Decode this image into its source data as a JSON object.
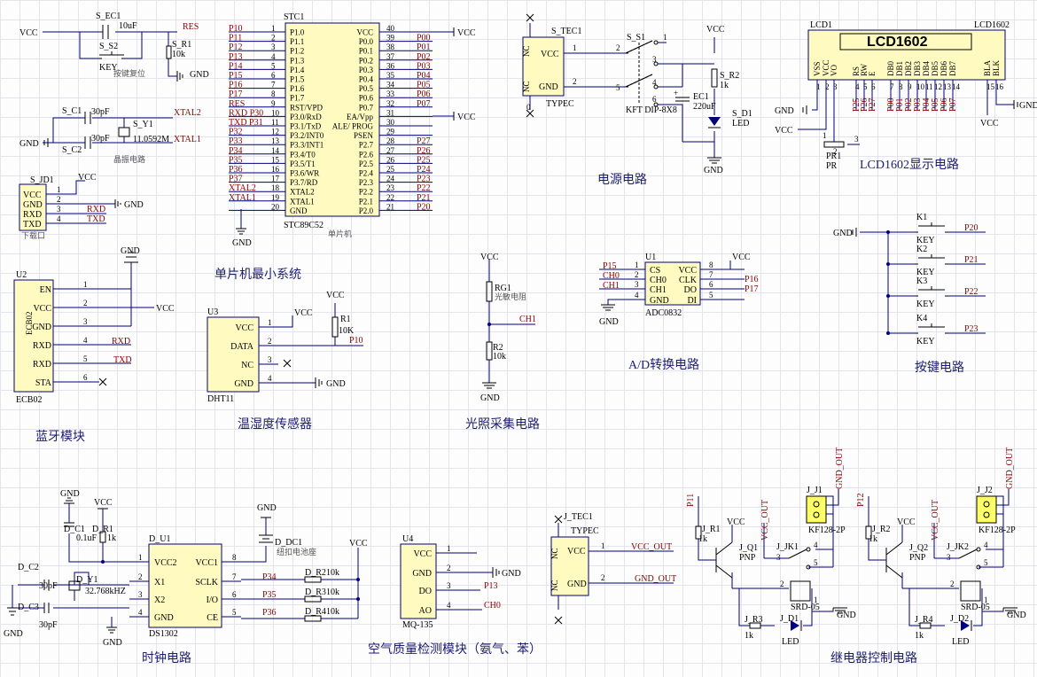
{
  "titles": {
    "mcu": "单片机最小系统",
    "power": "电源电路",
    "lcd": "LCD1602显示电路",
    "bt": "蓝牙模块",
    "dht": "温湿度传感器",
    "light": "光照采集电路",
    "adc": "A/D转换电路",
    "keys": "按键电路",
    "clock": "时钟电路",
    "air": "空气质量检测模块（氨气、苯）",
    "relay": "继电器控制电路"
  },
  "reset": {
    "vcc": "VCC",
    "ref": "S_EC1",
    "cap": "10uF",
    "res_net": "RES",
    "sw": "S_S2",
    "key": "KEY",
    "note": "按键复位",
    "r_ref": "S_R1",
    "r_val": "10k",
    "gnd": "GND"
  },
  "crystal": {
    "c1": "S_C1",
    "c1v": "30pF",
    "c2": "S_C2",
    "c2v": "30pF",
    "y": "S_Y1",
    "freq": "11.0592M",
    "x1": "XTAL2",
    "x2": "XTAL1",
    "note": "晶振电路",
    "gnd": "GND"
  },
  "download": {
    "ref": "S_JD1",
    "pins": [
      "VCC",
      "GND",
      "RXD",
      "TXD"
    ],
    "nums": [
      "1",
      "2",
      "3",
      "4"
    ],
    "vcc": "VCC",
    "gnd": "GND",
    "rxd": "RXD",
    "txd": "TXD",
    "label": "下载口"
  },
  "mcu": {
    "ref": "STC1",
    "part": "STC89C52",
    "sub": "单片机",
    "left_pins": [
      "P1.0",
      "P1.1",
      "P1.2",
      "P1.3",
      "P1.4",
      "P1.5",
      "P1.6",
      "P1.7",
      "RST/VPD",
      "P3.0/RxD",
      "P3.1/TxD",
      "P3.2/INT0",
      "P3.3/INT1",
      "P3.4/T0",
      "P3.5/T1",
      "P3.6/WR",
      "P3.7/RD",
      "XTAL2",
      "XTAL1",
      "GND"
    ],
    "left_nums": [
      "1",
      "2",
      "3",
      "4",
      "5",
      "6",
      "7",
      "8",
      "9",
      "10",
      "11",
      "12",
      "13",
      "14",
      "15",
      "16",
      "17",
      "18",
      "19",
      "20"
    ],
    "left_nets": [
      "P10",
      "P11",
      "P12",
      "P13",
      "P14",
      "P15",
      "P16",
      "P17",
      "RES",
      "RXD P30",
      "TXD P31",
      "P32",
      "P33",
      "P34",
      "P35",
      "P36",
      "P37",
      "XTAL2",
      "XTAL1",
      ""
    ],
    "right_pins": [
      "VCC",
      "P0.0",
      "P0.1",
      "P0.2",
      "P0.3",
      "P0.4",
      "P0.5",
      "P0.6",
      "P0.7",
      "EA/Vpp",
      "ALE/ PROG",
      "PSEN",
      "P2.7",
      "P2.6",
      "P2.5",
      "P2.4",
      "P2.3",
      "P2.2",
      "P2.1",
      "P2.0"
    ],
    "right_nums": [
      "40",
      "39",
      "38",
      "37",
      "36",
      "35",
      "34",
      "33",
      "32",
      "31",
      "30",
      "29",
      "28",
      "27",
      "26",
      "25",
      "24",
      "23",
      "22",
      "21"
    ],
    "right_nets": [
      "",
      "P00",
      "P01",
      "P02",
      "P03",
      "P04",
      "P05",
      "P06",
      "P07",
      "",
      "",
      "",
      "P27",
      "P26",
      "P25",
      "P24",
      "P23",
      "P22",
      "P21",
      "P20"
    ],
    "vcc": "VCC",
    "gnd": "GND"
  },
  "power": {
    "tec": "S_TEC1",
    "type": "TYPEC",
    "nc": "NC",
    "vcc": "VCC",
    "gnd": "GND",
    "p1": "1",
    "p2": "2",
    "p0": "0",
    "sw": "S_S1",
    "swtype": "KFT DIP-8X8",
    "ec": "EC1",
    "ecv": "220uF",
    "r": "S_R2",
    "rv": "1k",
    "d": "S_D1",
    "led": "LED",
    "vcc_net": "VCC",
    "gnd_net": "GND",
    "n2": "2",
    "n3": "3",
    "n4": "4",
    "n5": "5",
    "n6": "6",
    "n1": "1",
    "plus": "+"
  },
  "lcd": {
    "ref": "LCD1",
    "part": "LCD1602",
    "title": "LCD1602",
    "pins": [
      "VSS",
      "VCC",
      "VO",
      "RS",
      "RW",
      "E",
      "DB0",
      "DB1",
      "DB2",
      "DB3",
      "DB4",
      "DB5",
      "DB6",
      "DB7",
      "BLA",
      "BLK"
    ],
    "nums": [
      "1",
      "2",
      "3",
      "4",
      "5",
      "6",
      "7",
      "8",
      "9",
      "10",
      "11",
      "12",
      "13",
      "14",
      "15",
      "16"
    ],
    "nets": [
      "",
      "",
      "",
      "P25",
      "P26",
      "P27",
      "P00",
      "P01",
      "P02",
      "P03",
      "P04",
      "P05",
      "P06",
      "P07",
      "",
      ""
    ],
    "gnd": "GND",
    "vcc": "VCC",
    "pr": "PR1",
    "prl": "PR",
    "vcc2": "VCC",
    "gnd2": "GND",
    "n3": "3",
    "n1": "1",
    "n2": "2"
  },
  "bt": {
    "ref": "U2",
    "part": "ECB02",
    "pins": [
      "EN",
      "VCC",
      "GND",
      "RXD",
      "RXD",
      "STA"
    ],
    "nums": [
      "1",
      "2",
      "3",
      "4",
      "5",
      "6"
    ],
    "side": "ECB02",
    "gnd": "GND",
    "vcc": "VCC",
    "rxd": "RXD",
    "txd": "TXD"
  },
  "dht": {
    "ref": "U3",
    "part": "DHT11",
    "pins": [
      "VCC",
      "DATA",
      "NC",
      "GND"
    ],
    "nums": [
      "1",
      "2",
      "3",
      "4"
    ],
    "vcc": "VCC",
    "vcc2": "VCC",
    "r": "R1",
    "rv": "10K",
    "net": "P10",
    "gnd": "GND"
  },
  "light": {
    "vcc": "VCC",
    "rg": "RG1",
    "rgl": "光敏电阻",
    "net": "CH1",
    "r": "R2",
    "rv": "10k",
    "gnd": "GND"
  },
  "adc": {
    "ref": "U1",
    "part": "ADC0832",
    "lpins": [
      "CS",
      "CH0",
      "CH1",
      "GND"
    ],
    "lnums": [
      "1",
      "2",
      "3",
      "4"
    ],
    "lnets": [
      "P15",
      "CH0",
      "CH1",
      ""
    ],
    "rpins": [
      "VCC",
      "CLK",
      "DO",
      "DI"
    ],
    "rnums": [
      "8",
      "7",
      "6",
      "5"
    ],
    "rnets": [
      "",
      "P16",
      "P17",
      ""
    ],
    "vcc": "VCC",
    "gnd": "GND"
  },
  "keys": {
    "gnd": "GND",
    "refs": [
      "K1",
      "K2",
      "K3",
      "K4"
    ],
    "label": "KEY",
    "nets": [
      "P20",
      "P21",
      "P22",
      "P23"
    ]
  },
  "clock": {
    "gnd": "GND",
    "vcc": "VCC",
    "c1": "D_C1",
    "c1v": "0.1uF",
    "r1": "D_R1",
    "r1v": "1k",
    "u": "D_U1",
    "part": "DS1302",
    "pins_l": [
      "VCC2",
      "X1",
      "X2",
      "GND"
    ],
    "nums_l": [
      "1",
      "2",
      "3",
      "4"
    ],
    "pins_r": [
      "VCC1",
      "SCLK",
      "I/O",
      "CE"
    ],
    "nums_r": [
      "8",
      "7",
      "6",
      "5"
    ],
    "nets_r": [
      "",
      "P34",
      "P35",
      "P36"
    ],
    "dc1": "D_DC1",
    "dc1l": "纽扣电池座",
    "c2": "D_C2",
    "c2v": "30pF",
    "c3": "D_C3",
    "c3v": "30pF",
    "y": "D_Y1",
    "yv": "32.768kHZ",
    "r2": "D_R2",
    "r3": "D_R3",
    "r4": "D_R4",
    "rv": "10k",
    "vcc2": "VCC",
    "gnd2": "GND",
    "gnd3": "GND",
    "gnd4": "GND"
  },
  "air": {
    "ref": "U4",
    "part": "MQ-135",
    "pins": [
      "VCC",
      "GND",
      "DO",
      "AO"
    ],
    "nums": [
      "1",
      "2",
      "3",
      "4"
    ],
    "nets": [
      "",
      "GND",
      "P13",
      "CH0"
    ]
  },
  "typec2": {
    "ref": "J_TEC1",
    "type": "TYPEC",
    "nc": "NC",
    "vcc": "VCC",
    "gnd": "GND",
    "n1": "1",
    "n2": "2",
    "n0": "0",
    "out1": "VCC_OUT",
    "out2": "GND_OUT"
  },
  "relay": {
    "gnd_out": "GND_OUT",
    "vcc_out": "VCC_OUT",
    "jj1": "J_J1",
    "jj2": "J_J2",
    "kf": "KF128-2P",
    "p11": "P11",
    "p12": "P12",
    "jr1": "J_R1",
    "jr2": "J_R2",
    "rv": "1k",
    "vcc": "VCC",
    "jq1": "J_Q1",
    "jq2": "J_Q2",
    "pnp": "PNP",
    "jk1": "J_JK1",
    "jk2": "J_JK2",
    "srd": "SRD-05",
    "jr3": "J_R3",
    "jr4": "J_R4",
    "jd1": "J_D1",
    "jd2": "J_D2",
    "led": "LED",
    "gnd": "GND",
    "n1": "1",
    "n2": "2",
    "n3": "3",
    "n4": "4",
    "n5": "5"
  }
}
